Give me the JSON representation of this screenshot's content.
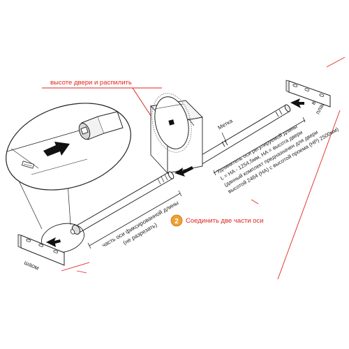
{
  "labels": {
    "cut_note": "высоте двери и распилить",
    "top_right_1": "выро",
    "top_right_2": "плане",
    "bottom_left": "шаом",
    "mark": "Метка",
    "extender_1": "Удлинитель оси регулируемой длины",
    "extender_2": "L = HA - 1254,5мм, HA = высота двери",
    "extender_3": "(данный комплект предназначен для двери",
    "extender_4": "высотой 2484 (HA) с высотой проема (HP) 2500мм)",
    "fixed_1": "часть оси фиксированной длины",
    "fixed_2": "(не разрезать)",
    "step_number": "2",
    "step_text": "Соединить две части оси"
  },
  "icons": [
    "arrow-icon",
    "saw-icon",
    "magnifier-callout"
  ],
  "colors": {
    "accent_red": "#e0261d",
    "badge_orange": "#f0a030",
    "line": "#222222"
  }
}
